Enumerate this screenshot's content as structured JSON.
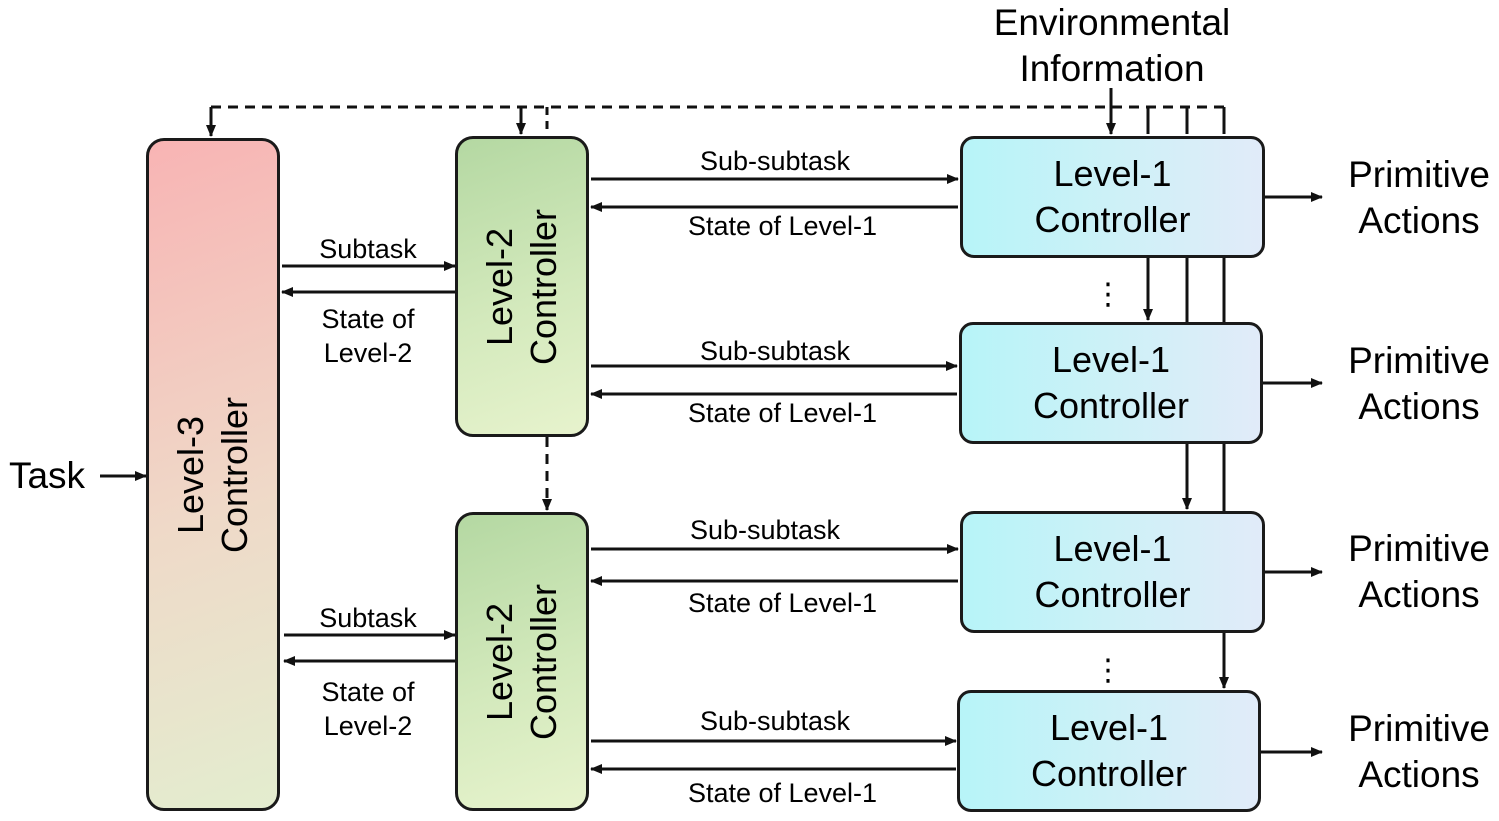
{
  "inputs": {
    "task": "Task",
    "environment": [
      "Environmental",
      "Information"
    ]
  },
  "level3": {
    "lines": [
      "Level-3",
      "Controller"
    ]
  },
  "level2": [
    {
      "lines": [
        "Level-2",
        "Controller"
      ]
    },
    {
      "lines": [
        "Level-2",
        "Controller"
      ]
    }
  ],
  "level1": [
    {
      "lines": [
        "Level-1",
        "Controller"
      ]
    },
    {
      "lines": [
        "Level-1",
        "Controller"
      ]
    },
    {
      "lines": [
        "Level-1",
        "Controller"
      ]
    },
    {
      "lines": [
        "Level-1",
        "Controller"
      ]
    }
  ],
  "edges": {
    "subtask": "Subtask",
    "state_level2": [
      "State of",
      "Level-2"
    ],
    "sub_subtask": "Sub-subtask",
    "state_level1": "State of Level-1"
  },
  "outputs": {
    "primitive_actions": [
      "Primitive",
      "Actions"
    ]
  },
  "ellipsis": "⋮",
  "colors": {
    "level3_top": "#f8b4b4",
    "level2_top": "#b4d8a2",
    "level1_left": "#b7f4f8",
    "stroke": "#1a1a1a"
  }
}
